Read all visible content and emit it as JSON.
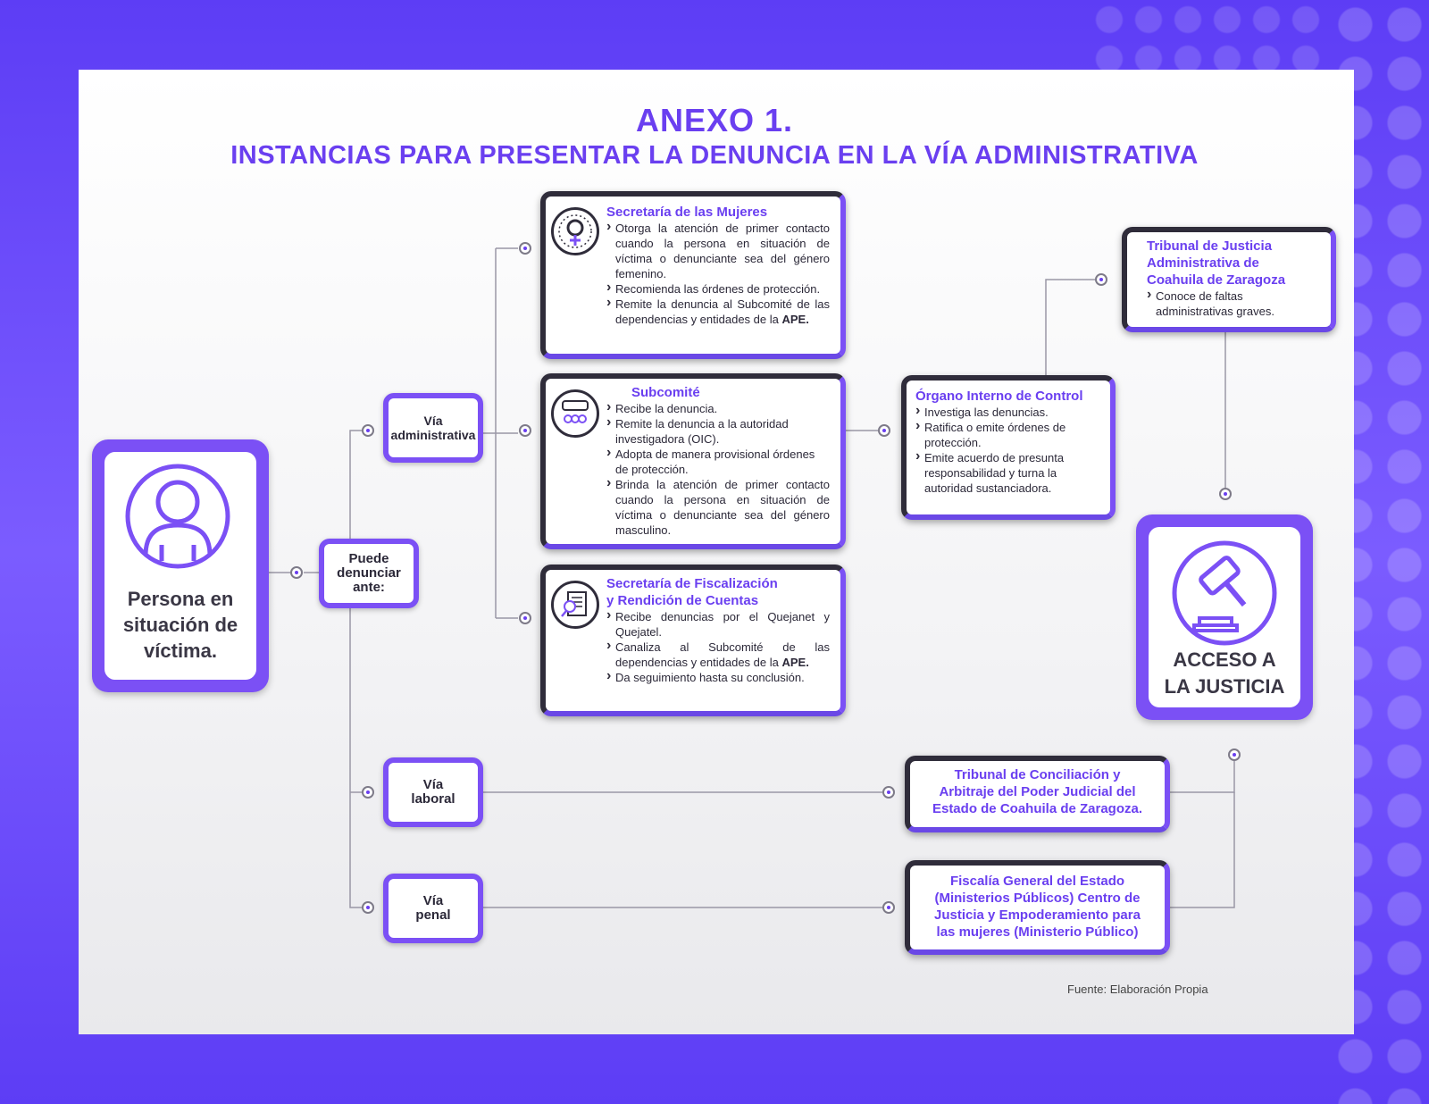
{
  "title": "ANEXO 1.",
  "subtitle": "INSTANCIAS PARA PRESENTAR LA DENUNCIA EN LA VÍA ADMINISTRATIVA",
  "victim": {
    "label": "Persona en situación de víctima.",
    "icon": "person-icon"
  },
  "puede": "Puede denunciar ante:",
  "vias": {
    "administrativa": "Vía administrativa",
    "laboral": "Vía laboral",
    "penal": "Vía penal"
  },
  "mujeres": {
    "title": "Secretaría de las Mujeres",
    "icon": "female-symbol-icon",
    "items": [
      "Otorga la atención de primer contacto cuando la persona en situación de víctima o denunciante sea del género femenino.",
      "Recomienda las órdenes de protección.",
      "Remite la denuncia al Subcomité de las dependencias y entidades de la "
    ],
    "bold_tail": "APE."
  },
  "subcomite": {
    "title": "Subcomité",
    "icon": "committee-icon",
    "items": [
      "Recibe la denuncia.",
      "Remite la denuncia a la autoridad investigadora (OIC).",
      "Adopta de manera provisional órdenes de protección.",
      "Brinda la atención de primer contacto cuando la persona en situación de víctima o denunciante sea del género masculino."
    ]
  },
  "fiscalizacion": {
    "title1": "Secretaría de Fiscalización",
    "title2": "y Rendición de Cuentas",
    "icon": "document-search-icon",
    "items": [
      "Recibe denuncias por el Quejanet y Quejatel.",
      "Canaliza al Subcomité de las dependencias y entidades de la ",
      "Da seguimiento hasta su conclusión."
    ],
    "bold_tail": "APE."
  },
  "oic": {
    "title": "Órgano Interno de Control",
    "items": [
      "Investiga las denuncias.",
      "Ratifica o emite órdenes de protección.",
      "Emite acuerdo de presunta responsabilidad y turna la autoridad sustanciadora."
    ]
  },
  "tribunal_admin": {
    "title1": "Tribunal de Justicia",
    "title2": "Administrativa de",
    "title3": "Coahuila de Zaragoza",
    "item": "Conoce de faltas administrativas graves."
  },
  "acceso": {
    "line1": "ACCESO A",
    "line2": "LA JUSTICIA",
    "icon": "gavel-icon"
  },
  "tribunal_conc": {
    "line1": "Tribunal de Conciliación y",
    "line2": "Arbitraje del Poder Judicial del",
    "line3": "Estado de Coahuila de Zaragoza."
  },
  "fiscalia": {
    "line1": "Fiscalía General del Estado",
    "line2": "(Ministerios Públicos) Centro de",
    "line3": "Justicia y Empoderamiento para",
    "line4": "las mujeres (Ministerio Público)"
  },
  "footer": "Fuente: Elaboración Propia"
}
